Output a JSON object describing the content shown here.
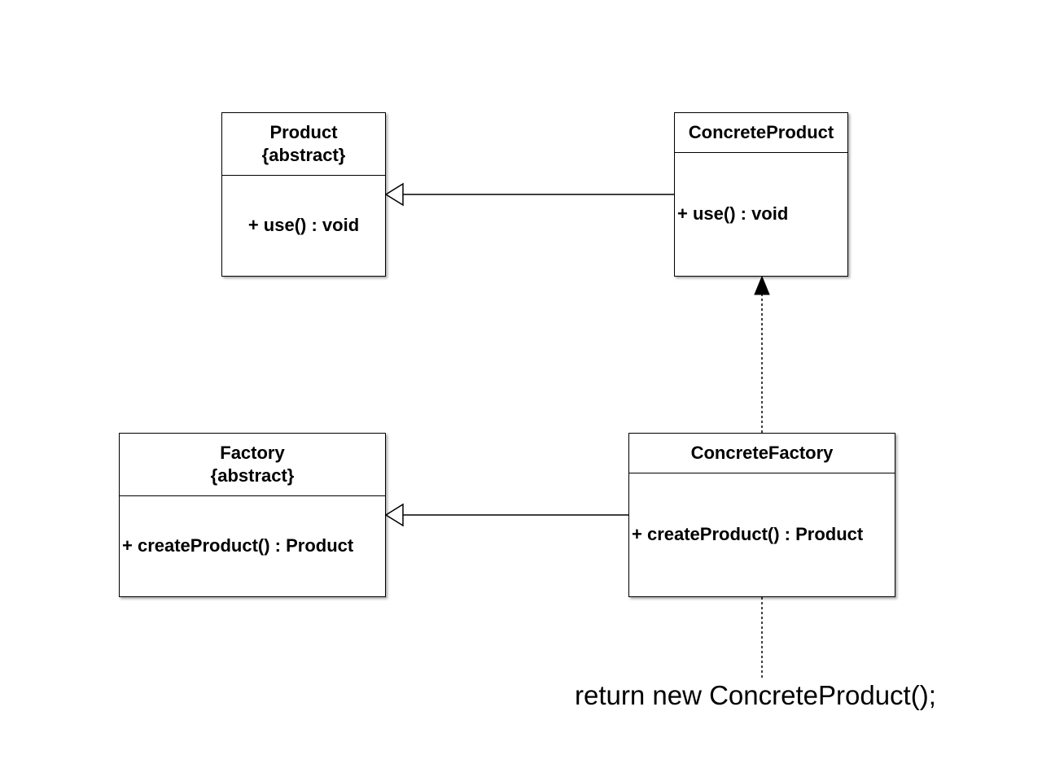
{
  "classes": {
    "product": {
      "name": "Product",
      "stereotype": "{abstract}",
      "operation": "+ use() : void"
    },
    "concrete_product": {
      "name": "ConcreteProduct",
      "operation": "+ use() : void"
    },
    "factory": {
      "name": "Factory",
      "stereotype": "{abstract}",
      "operation": "+ createProduct() : Product"
    },
    "concrete_factory": {
      "name": "ConcreteFactory",
      "operation": "+ createProduct() : Product"
    }
  },
  "note": {
    "text": "return new ConcreteProduct();"
  },
  "relations": [
    {
      "from": "ConcreteProduct",
      "to": "Product",
      "type": "generalization"
    },
    {
      "from": "ConcreteFactory",
      "to": "Factory",
      "type": "generalization"
    },
    {
      "from": "ConcreteFactory",
      "to": "ConcreteProduct",
      "type": "dependency"
    },
    {
      "from": "ConcreteFactory",
      "to": "note",
      "type": "note-link"
    }
  ],
  "colors": {
    "line": "#000000",
    "box_fill": "#ffffff",
    "background": "#ffffff"
  }
}
